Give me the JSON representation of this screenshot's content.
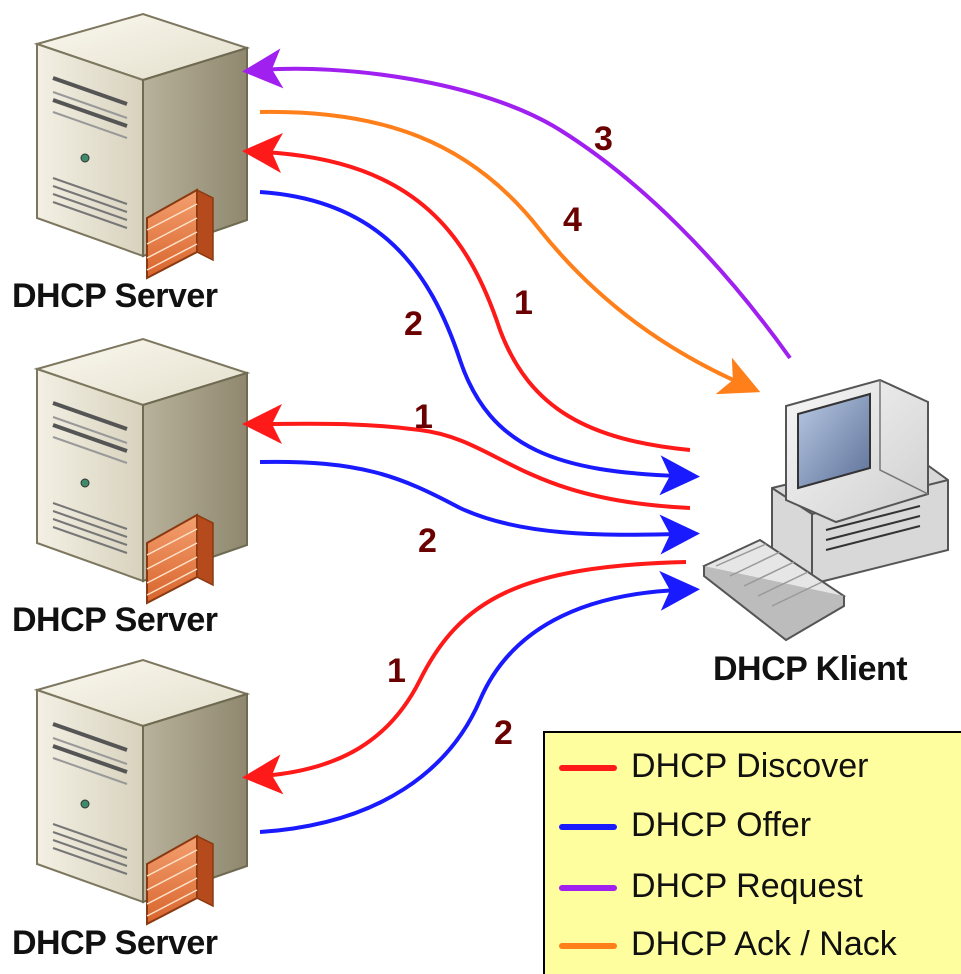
{
  "nodes": {
    "server1": "DHCP Server",
    "server2": "DHCP Server",
    "server3": "DHCP Server",
    "client": "DHCP Klient"
  },
  "step_numbers": {
    "s1_discover": "1",
    "s1_offer": "2",
    "s1_request": "3",
    "s1_ack": "4",
    "s2_discover": "1",
    "s2_offer": "2",
    "s3_discover": "1",
    "s3_offer": "2"
  },
  "legend": [
    {
      "label": "DHCP Discover",
      "color": "#ff1a1a"
    },
    {
      "label": "DHCP Offer",
      "color": "#1a1aff"
    },
    {
      "label": "DHCP Request",
      "color": "#a020f0"
    },
    {
      "label": "DHCP Ack / Nack",
      "color": "#ff7f1a"
    }
  ],
  "colors": {
    "discover": "#ff1a1a",
    "offer": "#1a1aff",
    "request": "#a020f0",
    "ack": "#ff7f1a",
    "number_text": "#6b0000",
    "legend_bg": "#fffe9e"
  }
}
